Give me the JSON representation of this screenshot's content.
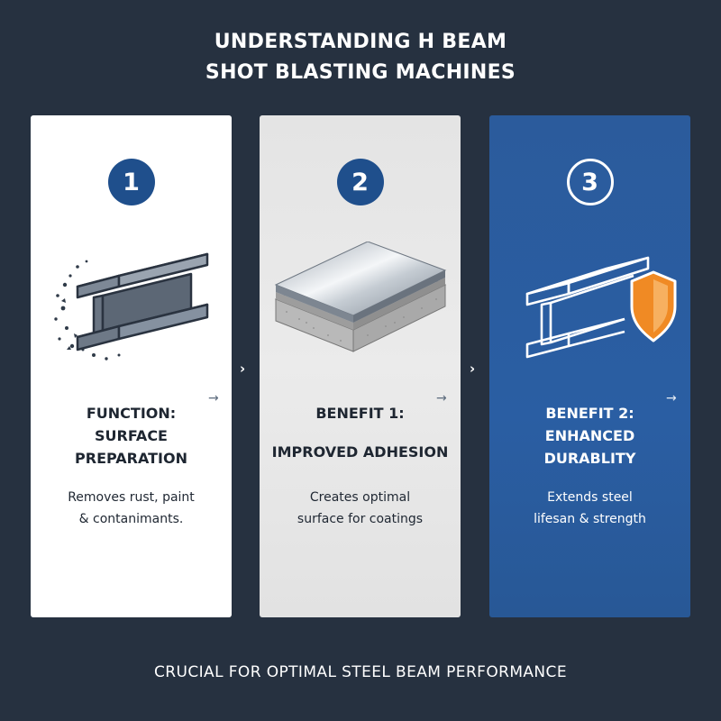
{
  "title": {
    "line1": "UNDERSTANDING H BEAM",
    "line2": "SHOT BLASTING MACHINES"
  },
  "cards": [
    {
      "number": "1",
      "heading_line1": "FUNCTION:",
      "heading_line2": "SURFACE",
      "heading_line3": "PREPARATION",
      "desc_line1": "Removes rust, paint",
      "desc_line2": "& contanimants.",
      "icon": "h-beam-blasting-icon"
    },
    {
      "number": "2",
      "heading_line1": "BENEFIT 1:",
      "heading_line2": "IMPROVED ADHESION",
      "desc_line1": "Creates optimal",
      "desc_line2": "surface for coatings",
      "icon": "steel-plate-layers-icon"
    },
    {
      "number": "3",
      "heading_line1": "BENEFIT 2:",
      "heading_line2": "ENHANCED",
      "heading_line3": "DURABLITY",
      "desc_line1": "Extends steel",
      "desc_line2": "lifesan & strength",
      "icon": "h-beam-shield-icon"
    }
  ],
  "arrows": {
    "inline": "→",
    "separator": "›"
  },
  "footer": "CRUCIAL FOR OPTIMAL STEEL BEAM PERFORMANCE",
  "colors": {
    "background": "#263140",
    "badge_blue": "#1f4f8c",
    "card3_blue": "#2a5ea3",
    "shield_orange": "#f08a24"
  }
}
